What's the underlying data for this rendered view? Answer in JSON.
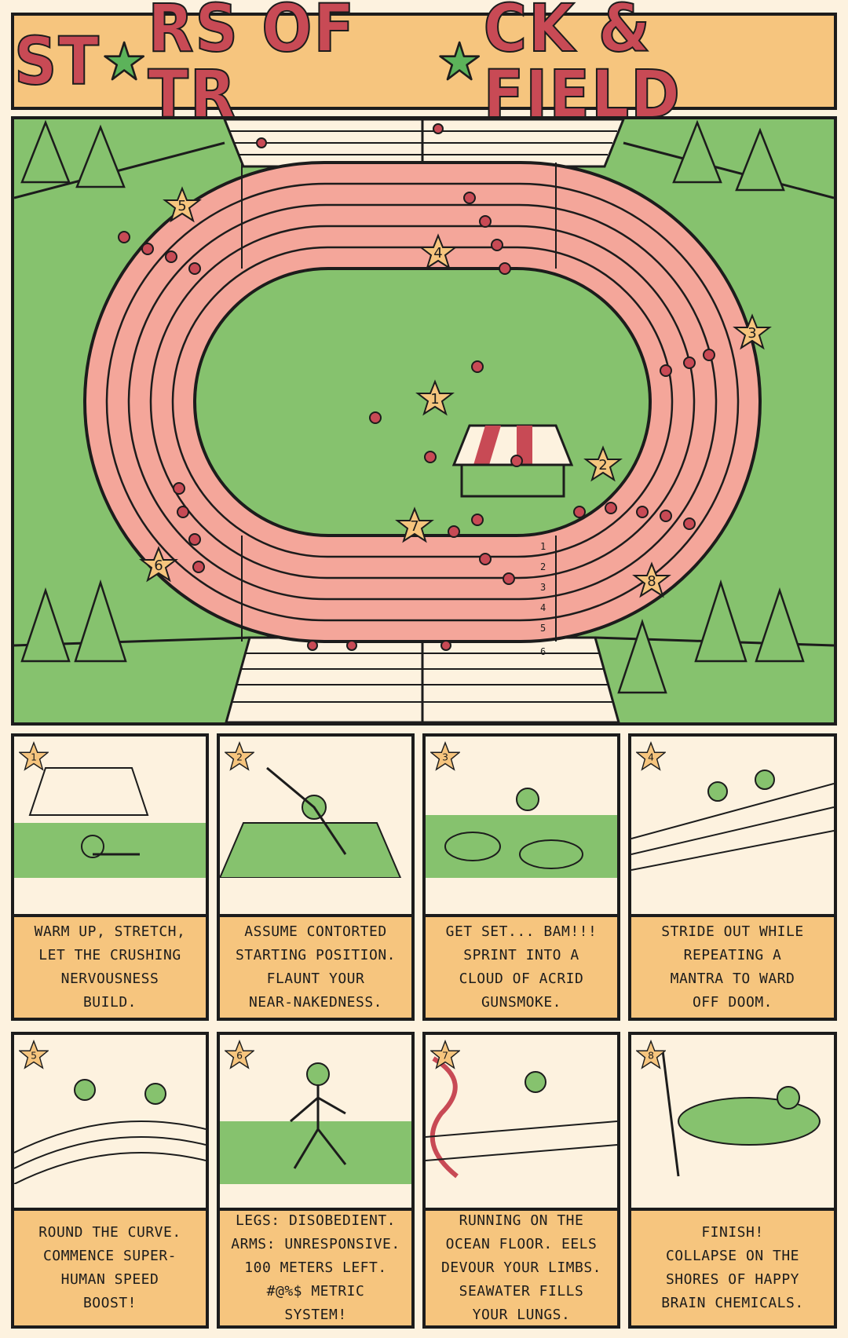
{
  "title": {
    "parts": [
      "ST",
      "RS OF TR",
      "CK & FIELD"
    ],
    "star_color": "#5cb35a",
    "text_color": "#c84a55"
  },
  "colors": {
    "track": "#f4a69a",
    "grass": "#86c26e",
    "caption_bg": "#f6c57e",
    "panel_bg": "#fdf2df",
    "ink": "#1c1c1c",
    "star": "#f6c57e",
    "tent_stripe": "#c84a55"
  },
  "map": {
    "stars": [
      "1",
      "2",
      "3",
      "4",
      "5",
      "6",
      "7",
      "8"
    ],
    "lane_numbers": [
      "1",
      "2",
      "3",
      "4",
      "5",
      "6"
    ]
  },
  "panels": [
    {
      "number": "1",
      "caption": "WARM UP, STRETCH,\nLET THE CRUSHING\nNERVOUSNESS\nBUILD."
    },
    {
      "number": "2",
      "caption": "ASSUME CONTORTED\nSTARTING POSITION.\nFLAUNT YOUR\nNEAR-NAKEDNESS."
    },
    {
      "number": "3",
      "caption": "GET SET... BAM!!!\nSPRINT INTO A\nCLOUD OF ACRID\nGUNSMOKE."
    },
    {
      "number": "4",
      "caption": "STRIDE OUT WHILE\nREPEATING A\nMANTRA TO WARD\nOFF DOOM."
    },
    {
      "number": "5",
      "caption": "ROUND THE CURVE.\nCOMMENCE SUPER-\nHUMAN SPEED\nBOOST!"
    },
    {
      "number": "6",
      "caption": "LEGS: DISOBEDIENT.\nARMS: UNRESPONSIVE.\n100 METERS LEFT.\n#@%$ METRIC\nSYSTEM!"
    },
    {
      "number": "7",
      "caption": "RUNNING ON THE\nOCEAN FLOOR. EELS\nDEVOUR YOUR LIMBS.\nSEAWATER FILLS\nYOUR LUNGS."
    },
    {
      "number": "8",
      "caption": "FINISH!\nCOLLAPSE ON THE\nSHORES OF HAPPY\nBRAIN CHEMICALS."
    }
  ]
}
